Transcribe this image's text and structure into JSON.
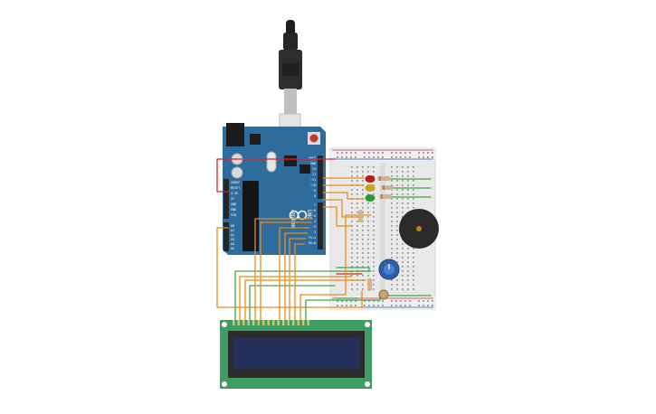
{
  "canvas": {
    "background": "#ffffff"
  },
  "arduino": {
    "board_color": "#2d6c9c",
    "brand_text": "ARDUINO",
    "model_text": "UNO",
    "power_labels": [
      "IOREF",
      "RESET",
      "3.3V",
      "5V",
      "GND",
      "GND",
      "VIN"
    ],
    "analog_labels": [
      "A0",
      "A1",
      "A2",
      "A3",
      "A4",
      "A5"
    ],
    "digital_labels": [
      "AREF",
      "GND",
      "13",
      "12",
      "~11",
      "~10",
      "~9",
      "8",
      "7",
      "~6",
      "~5",
      "4",
      "~3",
      "2",
      "TX→1",
      "RX←0"
    ]
  },
  "colors": {
    "wire_orange": "#e98b1f",
    "wire_green": "#3aa64a",
    "wire_red": "#d8222a",
    "lcd_board": "#3e9d62",
    "lcd_screen": "#23315a",
    "led_red": "#b41d1d",
    "led_yellow": "#caa21d",
    "led_green": "#2e9a2e",
    "pot_blue": "#2c5fa8",
    "buzzer": "#2a2a2a",
    "breadboard": "#e9e9e9"
  },
  "components": {
    "usb_cable": "usb-cable",
    "breadboard": "breadboard",
    "leds": [
      "red",
      "yellow",
      "green"
    ],
    "buzzer": "piezo-buzzer",
    "potentiometer": "potentiometer",
    "photoresistor": "photoresistor",
    "lcd": "lcd-16x2"
  }
}
